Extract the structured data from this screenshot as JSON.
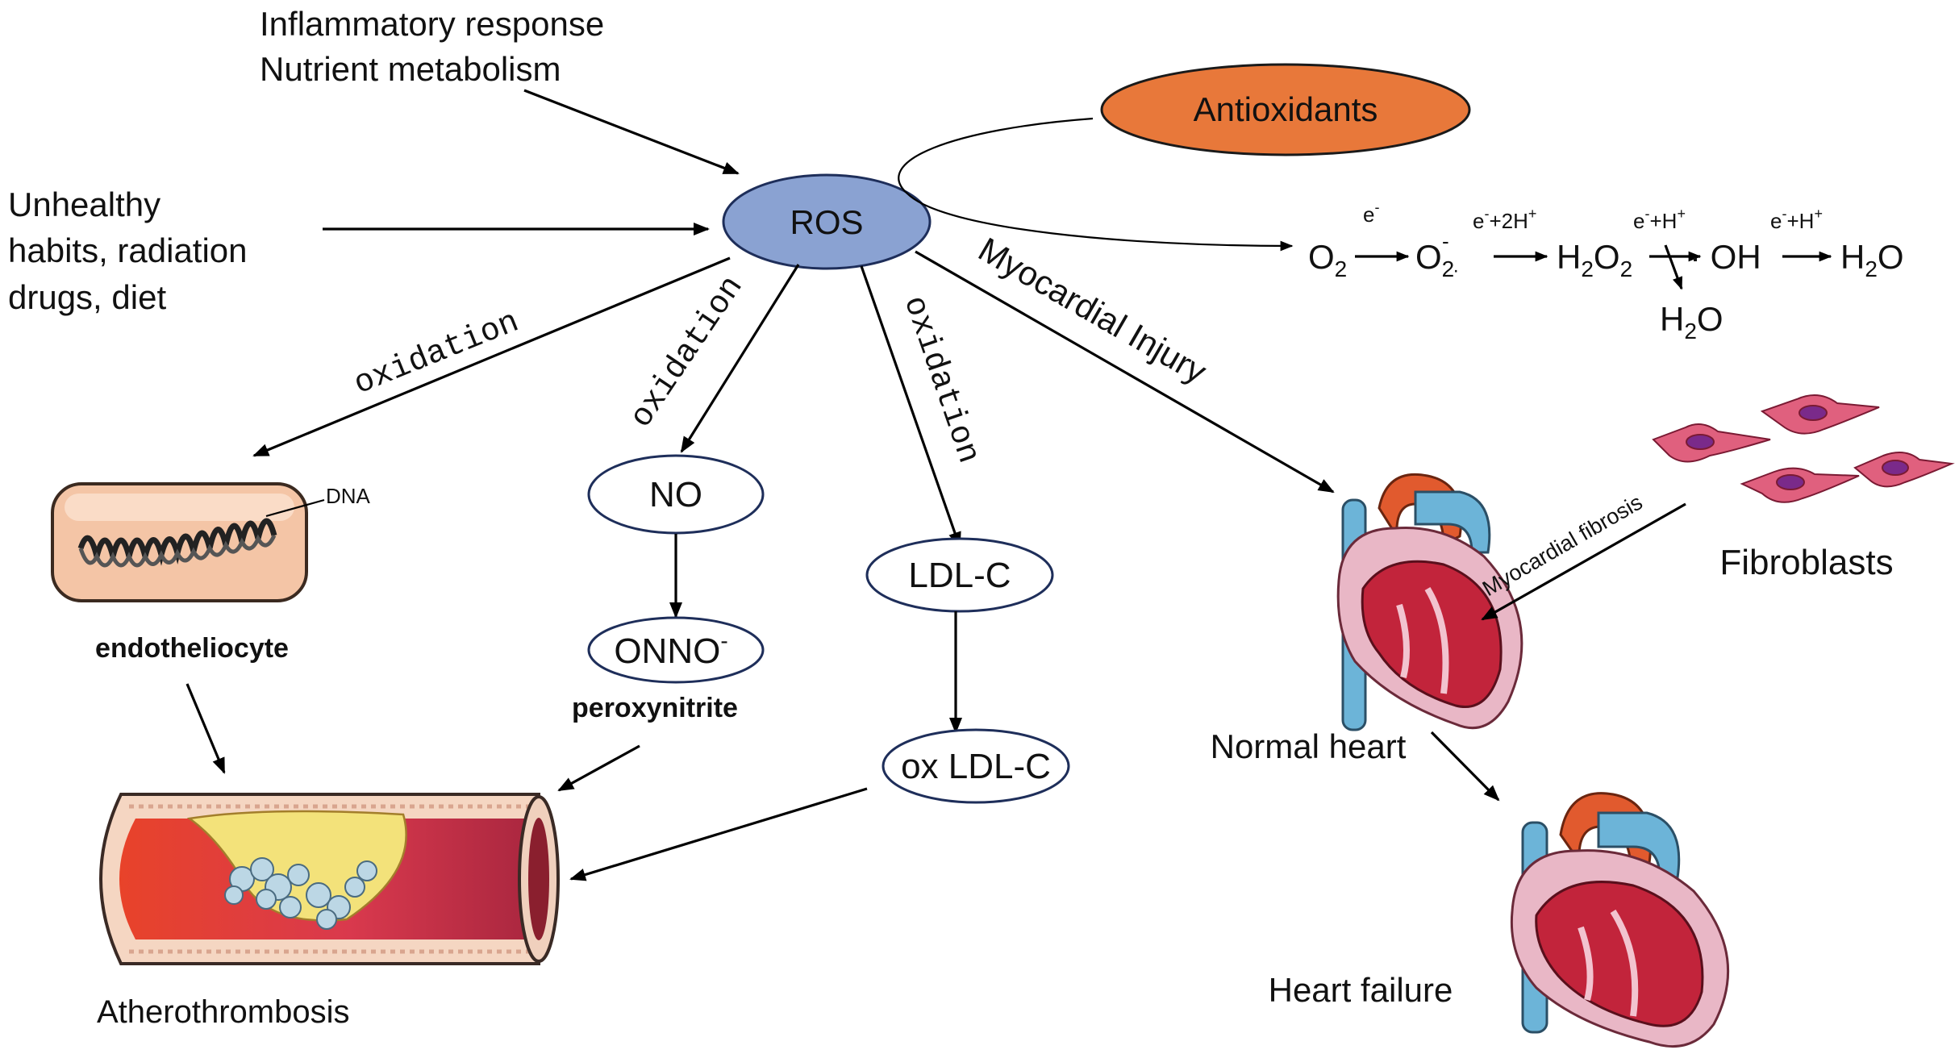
{
  "colors": {
    "ros_fill": "#8aa2d2",
    "antioxidants_fill": "#e8783a",
    "cell_fill": "#f4c5a6",
    "fibroblast_fill": "#e0607e",
    "vessel_red": "#e8492c",
    "plaque_yellow": "#f3e27a",
    "heart_red": "#c2243b",
    "heart_blue": "#6cb4d8"
  },
  "inputs": {
    "top_line1": "Inflammatory response",
    "top_line2": "Nutrient metabolism",
    "left_line1": "Unhealthy",
    "left_line2": "habits, radiation",
    "left_line3": "drugs, diet"
  },
  "nodes": {
    "ros": "ROS",
    "antioxidants": "Antioxidants",
    "no": "NO",
    "onno": "ONNO",
    "onno_sup": "-",
    "ldl": "LDL-C",
    "oxldl": "ox LDL-C"
  },
  "edge_labels": {
    "oxidation": "oxidation",
    "myocardial_injury": "Myocardial Injury",
    "myocardial_fibrosis": "Myocardial fibrosis"
  },
  "reaction": {
    "o2": "O",
    "o2_sub": "2",
    "superoxide": "O",
    "superoxide_sub": "2",
    "superoxide_sup": "-",
    "superoxide_dot": "·",
    "h2o2_a": "H",
    "h2o2_sub1": "2",
    "h2o2_b": "O",
    "h2o2_sub2": "2",
    "hydroxyl": "· OH",
    "water_a": "H",
    "water_sub": "2",
    "water_b": "O",
    "water2_a": "H",
    "water2_sub": "2",
    "water2_b": "O",
    "step1": "e",
    "step1_sup": "-",
    "step2": "e",
    "step2_sup": "-",
    "step2_rest": "+2H",
    "step2_sup2": "+",
    "step3": "e",
    "step3_sup": "-",
    "step3_rest": "+H",
    "step3_sup2": "+",
    "step4": "e",
    "step4_sup": "-",
    "step4_rest": "+H",
    "step4_sup2": "+"
  },
  "labels": {
    "dna": "DNA",
    "endotheliocyte": "endotheliocyte",
    "peroxynitrite": "peroxynitrite",
    "atherothrombosis": "Atherothrombosis",
    "normal_heart": "Normal heart",
    "heart_failure": "Heart failure",
    "fibroblasts": "Fibroblasts"
  }
}
